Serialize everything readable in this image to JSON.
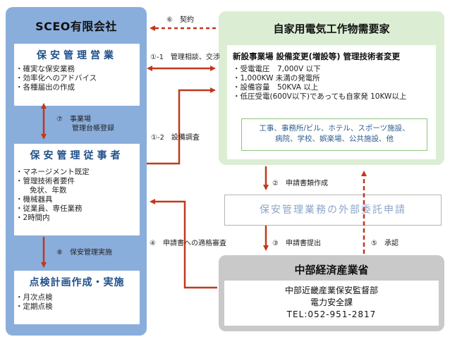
{
  "sceo": {
    "title": "SCEO有限会社",
    "sales": {
      "title": "保安管理営業",
      "items": [
        "確実な保安業務",
        "効率化へのアドバイス",
        "各種届出の作成"
      ]
    },
    "staff": {
      "title": "保安管理従事者",
      "items": [
        "マネージメント既定",
        "管理技術者要件",
        "免状、年数",
        "機械器具",
        "従業員、専任業務",
        "2時間内"
      ]
    },
    "plan": {
      "title": "点検計画作成・実施",
      "items": [
        "月次点検",
        "定期点検"
      ]
    }
  },
  "customer": {
    "title": "自家用電気工作物需要家",
    "subtitle": "新設事業場 設備変更(増設等) 管理技術者変更",
    "items": [
      "受電電圧　7,000V 以下",
      "1,000KW 未満の発電所",
      "設備容量　50KVA 以上",
      "低圧受電(600V以下)であっても自家発 10KW以上"
    ],
    "facilities": [
      "工事、事務所/ビル、ホテル、スポーツ施設、",
      "病院、学校、娯楽場、公共施設、他"
    ]
  },
  "application": {
    "label": "保安管理業務の外部委託申請"
  },
  "meti": {
    "title": "中部経済産業省",
    "lines": [
      "中部近畿産業保安監督部",
      "電力安全課",
      "TEL:052-951-2817"
    ]
  },
  "steps": {
    "s1_1": "①-1　管理相談、交渉",
    "s1_2": "①-2　設備調査",
    "s2": "②　申請書類作成",
    "s3": "③　申請書提出",
    "s4": "④　申請書への適格審査",
    "s5": "⑤　承認",
    "s6": "⑥　契約",
    "s7_line1": "⑦　事業場",
    "s7_line2": "管理台帳登録",
    "s8": "⑧　保安管理実施"
  },
  "colors": {
    "arrow": "#c0391b",
    "sceo_panel": "#8aaedc",
    "customer_panel": "#dbeed4",
    "meti_panel": "#c9c9c9",
    "card_title": "#1f4f8a"
  }
}
